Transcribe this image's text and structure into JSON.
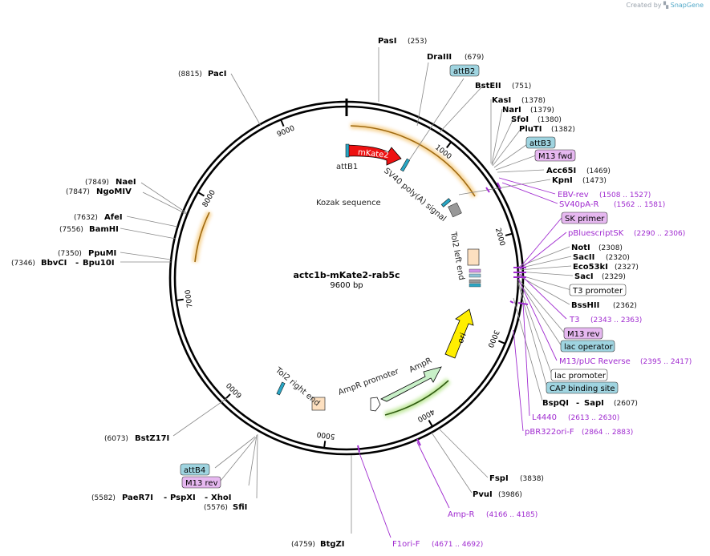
{
  "app": {
    "credit_prefix": "Created by",
    "credit_brand": "SnapGene"
  },
  "plasmid": {
    "name": "actc1b-mKate2-rab5c",
    "size_label": "9600 bp",
    "length_bp": 9600
  },
  "colors": {
    "backbone": "#000000",
    "enzyme_line": "#777777",
    "primer": "#a02bd0",
    "attb": "#9fd4e0",
    "m13": "#e6b8f0",
    "mkate2": "#ee1111",
    "ori": "#ffee00",
    "ampr": "#c8f0c8",
    "orf_shadow": "#f0c068"
  },
  "ticks": [
    "1000",
    "2000",
    "3000",
    "4000",
    "5000",
    "6000",
    "7000",
    "8000",
    "9000"
  ],
  "enzymes_right": [
    {
      "name": "PasI",
      "pos": "(253)"
    },
    {
      "name": "DraIII",
      "pos": "(679)"
    },
    {
      "name": "BstEII",
      "pos": "(751)"
    },
    {
      "name": "KasI",
      "pos": "(1378)"
    },
    {
      "name": "NarI",
      "pos": "(1379)"
    },
    {
      "name": "SfoI",
      "pos": "(1380)"
    },
    {
      "name": "PluTI",
      "pos": "(1382)"
    },
    {
      "name": "Acc65I",
      "pos": "(1469)"
    },
    {
      "name": "KpnI",
      "pos": "(1473)"
    },
    {
      "name": "NotI",
      "pos": "(2308)"
    },
    {
      "name": "SacII",
      "pos": "(2320)"
    },
    {
      "name": "Eco53kI",
      "pos": "(2327)"
    },
    {
      "name": "SacI",
      "pos": "(2329)"
    },
    {
      "name": "BssHII",
      "pos": "(2362)"
    },
    {
      "name": "BspQI",
      "name2": "SapI",
      "pos": "(2607)"
    },
    {
      "name": "FspI",
      "pos": "(3838)"
    },
    {
      "name": "PvuI",
      "pos": "(3986)"
    }
  ],
  "enzymes_left": [
    {
      "name": "PacI",
      "pos": "(8815)"
    },
    {
      "name": "NaeI",
      "pos": "(7849)"
    },
    {
      "name": "NgoMIV",
      "pos": "(7847)"
    },
    {
      "name": "AfeI",
      "pos": "(7632)"
    },
    {
      "name": "BamHI",
      "pos": "(7556)"
    },
    {
      "name": "PpuMI",
      "pos": "(7350)"
    },
    {
      "name": "BbvCI",
      "name2": "Bpu10I",
      "pos": "(7346)"
    },
    {
      "name": "BstZ17I",
      "pos": "(6073)"
    },
    {
      "name": "PaeR7I",
      "name2": "PspXI",
      "name3": "XhoI",
      "pos": "(5582)"
    },
    {
      "name": "SfiI",
      "pos": "(5576)"
    },
    {
      "name": "BtgZI",
      "pos": "(4759)"
    }
  ],
  "primers": [
    {
      "name": "EBV-rev",
      "range": "(1508 .. 1527)"
    },
    {
      "name": "SV40pA-R",
      "range": "(1562 .. 1581)"
    },
    {
      "name": "pBluescriptSK",
      "range": "(2290 .. 2306)"
    },
    {
      "name": "T3",
      "range": "(2343 .. 2363)"
    },
    {
      "name": "M13/pUC Reverse",
      "range": "(2395 .. 2417)"
    },
    {
      "name": "L4440",
      "range": "(2613 .. 2630)"
    },
    {
      "name": "pBR322ori-F",
      "range": "(2864 .. 2883)"
    },
    {
      "name": "Amp-R",
      "range": "(4166 .. 4185)"
    },
    {
      "name": "F1ori-F",
      "range": "(4671 .. 4692)"
    }
  ],
  "boxed_labels": {
    "attB2": "attB2",
    "attB3": "attB3",
    "m13fwd": "M13 fwd",
    "skprimer": "SK primer",
    "t3promoter": "T3 promoter",
    "m13rev": "M13 rev",
    "lacoperator": "lac operator",
    "lacpromoter": "lac promoter",
    "cap": "CAP binding site",
    "attB4": "attB4",
    "m13rev2": "M13 rev"
  },
  "features": {
    "mkate2": "mKate2",
    "attB1": "attB1",
    "kozak": "Kozak sequence",
    "sv40": "SV40 poly(A) signal",
    "tol2left": "Tol2 left end",
    "tol2right": "Tol2 right end",
    "ori": "ori",
    "ampr": "AmpR",
    "amprpromoter": "AmpR promoter"
  }
}
